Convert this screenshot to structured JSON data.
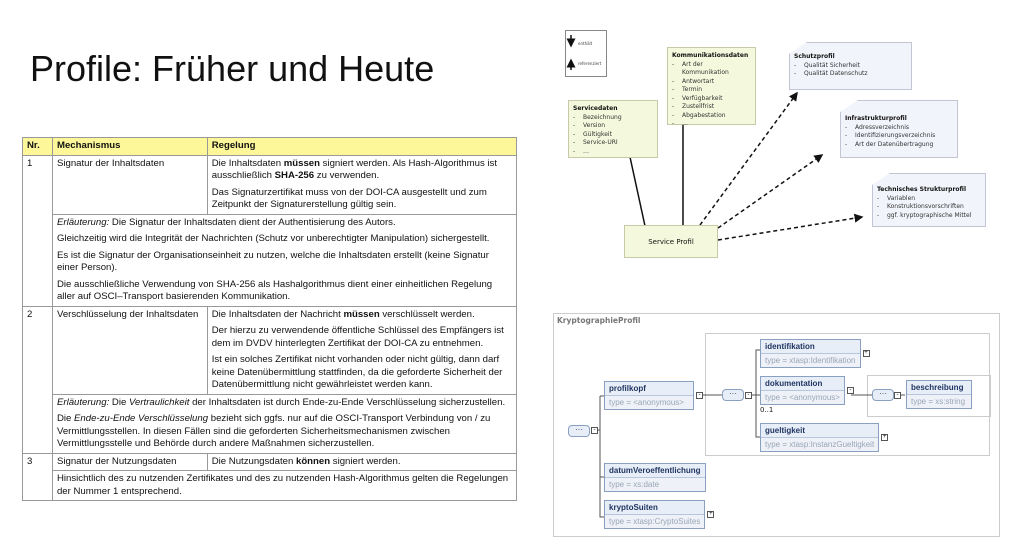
{
  "title": "Profile: Früher und Heute",
  "table": {
    "headers": [
      "Nr.",
      "Mechanismus",
      "Regelung"
    ],
    "rows": [
      {
        "nr": "1",
        "mechanism": "Signatur der Inhaltsdaten",
        "rule_html": [
          "Die Inhaltsdaten <b>müssen</b> signiert werden. Als Hash-Algorithmus ist ausschließlich <b>SHA-256</b> zu verwenden.",
          "Das Signaturzertifikat muss von der DOI-CA ausgestellt und zum Zeitpunkt der Signaturerstellung gültig sein."
        ],
        "note_html": [
          "<i>Erläuterung:</i> Die Signatur der Inhaltsdaten dient der Authentisierung des Autors.",
          "Gleichzeitig wird die Integrität der Nachrichten (Schutz vor unberechtigter Manipulation) sichergestellt.",
          "Es ist die Signatur der Organisationseinheit zu nutzen, welche die Inhaltsdaten erstellt (keine Signatur einer Person).",
          "Die ausschließliche Verwendung von SHA-256 als Hashalgorithmus dient einer einheitlichen Regelung aller auf OSCI–Transport basierenden Kommunikation."
        ]
      },
      {
        "nr": "2",
        "mechanism": "Verschlüsselung der Inhaltsdaten",
        "rule_html": [
          "Die Inhaltsdaten der Nachricht <b>müssen</b> verschlüsselt werden.",
          "Der hierzu zu verwendende öffentliche Schlüssel des Empfängers ist dem im DVDV hinterlegten Zertifikat der DOI-CA zu entnehmen.",
          "Ist ein solches Zertifikat nicht vorhanden oder nicht gültig, dann darf keine Datenübermittlung stattfinden, da die geforderte Sicherheit der Datenübermittlung nicht gewährleistet werden kann."
        ],
        "note_html": [
          "<i>Erläuterung:</i> Die <i>Vertraulichkeit</i> der Inhaltsdaten ist durch Ende-zu-Ende Verschlüsselung sicherzustellen.",
          "Die <i>Ende-zu-Ende Verschlüsselung</i> bezieht sich ggfs. nur auf die OSCI-Transport Verbindung von / zu Vermittlungsstellen. In diesen Fällen sind die geforderten Sicherheitsmechanismen zwischen Vermittlungsstelle und Behörde durch andere Maßnahmen sicherzustellen."
        ]
      },
      {
        "nr": "3",
        "mechanism": "Signatur der Nutzungsdaten",
        "rule_html": [
          "Die Nutzungsdaten <b>können</b> signiert werden."
        ],
        "note_html": [
          "Hinsichtlich des zu nutzenden Zertifikates und des zu nutzenden Hash-Algorithmus gelten die Regelungen der Nummer 1 entsprechend."
        ]
      }
    ]
  },
  "legend": {
    "contains": "enthält",
    "references": "referenziert"
  },
  "old_model": {
    "kommunikation": {
      "title": "Kommunikationsdaten",
      "items": [
        "Art der Kommunikation",
        "Antwortart",
        "Termin",
        "Verfügbarkeit",
        "Zustellfrist",
        "Abgabestation",
        "…"
      ]
    },
    "service": {
      "title": "Servicedaten",
      "items": [
        "Bezeichnung",
        "Version",
        "Gültigkeit",
        "Service-URI",
        "…"
      ]
    },
    "service_profil": "Service Profil",
    "schutz": {
      "title": "Schutzprofil",
      "items": [
        "Qualität Sicherheit",
        "Qualität Datenschutz"
      ]
    },
    "infra": {
      "title": "Infrastrukturprofil",
      "items": [
        "Adressverzeichnis",
        "Identifizierungsverzeichnis",
        "Art der Datenübertragung"
      ]
    },
    "tech": {
      "title": "Technisches Strukturprofil",
      "items": [
        "Variablen",
        "Konstruktionsvorschriften",
        "ggf. kryptographische Mittel"
      ]
    }
  },
  "schema": {
    "title": "KryptographieProfil",
    "seq": "···",
    "profilkopf": {
      "name": "profilkopf",
      "type": "type = <anonymous>"
    },
    "identifikation": {
      "name": "identifikation",
      "type": "type = xtasp:Identifikation"
    },
    "dokumentation": {
      "name": "dokumentation",
      "type": "type = <anonymous>",
      "cardinality": "0..1"
    },
    "beschreibung": {
      "name": "beschreibung",
      "type": "type = xs:string"
    },
    "gueltigkeit": {
      "name": "gueltigkeit",
      "type": "type = xtasp:InstanzGueltigkeit"
    },
    "datum": {
      "name": "datumVeroeffentlichung",
      "type": "type = xs:date"
    },
    "krypto": {
      "name": "kryptoSuiten",
      "type": "type = xtasp:CryptoSuites"
    }
  }
}
